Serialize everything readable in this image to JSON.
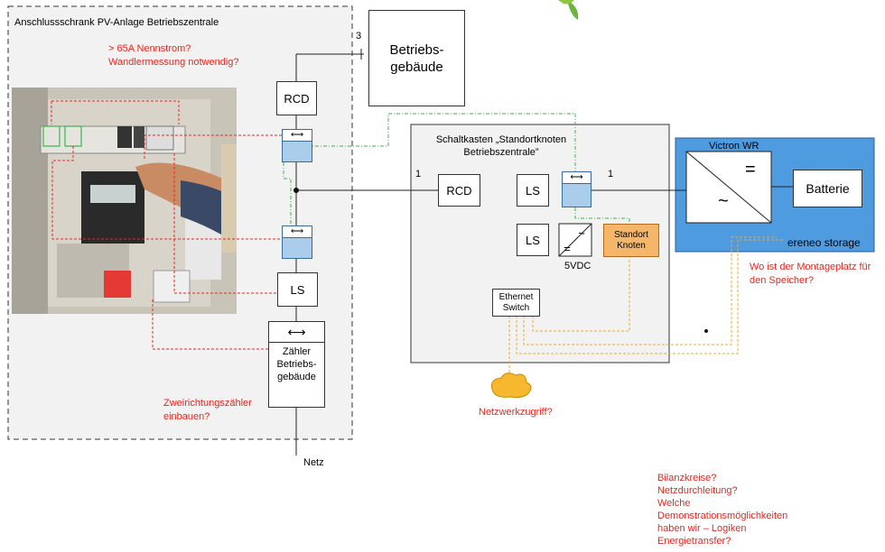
{
  "cabinet": {
    "title": "Anschlussschrank PV-Anlage Betriebszentrale",
    "note_line1": "> 65A Nennstrom?",
    "note_line2": "Wandlermessung notwendig?"
  },
  "building": {
    "line1": "Betriebs-",
    "line2": "gebäude",
    "wire_count": "3"
  },
  "components": {
    "rcd_main": "RCD",
    "ls_main": "LS",
    "meter_line1": "Zähler",
    "meter_line2": "Betriebs-",
    "meter_line3": "gebäude",
    "meter_arrow": "⟷"
  },
  "bidir_note": {
    "line1": "Zweirichtungszähler",
    "line2": "einbauen?"
  },
  "grid_label": "Netz",
  "schaltkasten": {
    "title_line1": "Schaltkasten „Standortknoten",
    "title_line2": "Betriebszentrale”",
    "wire_in": "1",
    "wire_out": "1",
    "rcd": "RCD",
    "ls1": "LS",
    "ls2": "LS",
    "psu_label": "5VDC",
    "node_line1": "Standort",
    "node_line2": "Knoten",
    "switch_line1": "Ethernet",
    "switch_line2": "Switch"
  },
  "storage": {
    "title": "Victron WR",
    "battery": "Batterie",
    "brand": "ereneo storage",
    "dc_symbol": "=",
    "ac_symbol": "~"
  },
  "questions": {
    "mount_line1": "Wo ist der Montageplatz für",
    "mount_line2": "den Speicher?",
    "network": "Netzwerkzugriff?",
    "q1": "Bilanzkreise?",
    "q2": "Netzdurchleitung?",
    "q3": "Welche",
    "q4": "Demonstrationsmöglichkeiten",
    "q5": "haben wir – Logiken",
    "q6": "Energietransfer?"
  },
  "colors": {
    "red": "#e8261e",
    "green_dotted": "#3ab54a",
    "orange_dotted": "#f0a830",
    "blue_fill": "#4f9be0",
    "light_blue": "#a9cdea",
    "node_orange": "#f5b66a",
    "cloud": "#f5b82e"
  }
}
